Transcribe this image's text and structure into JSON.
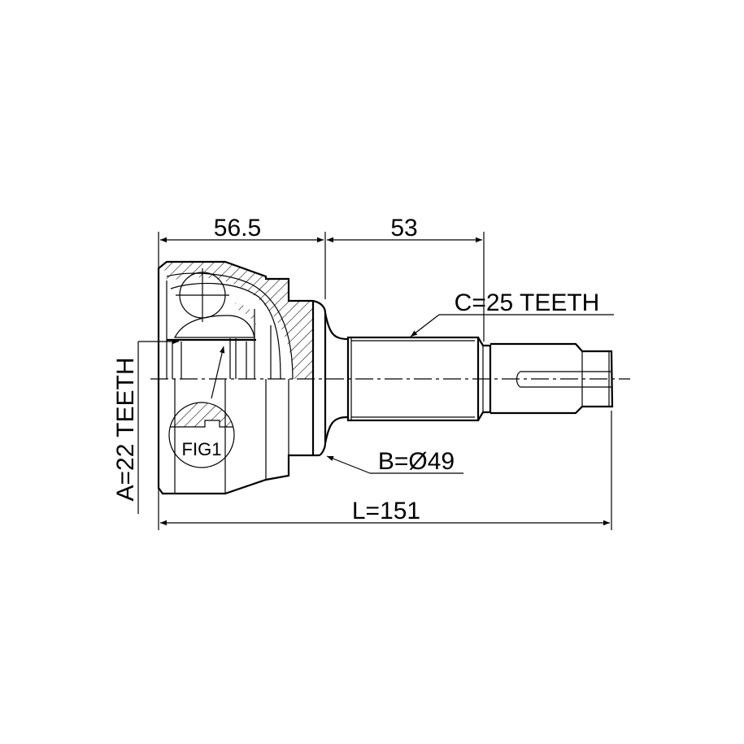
{
  "dimensions": {
    "housing_length": "56.5",
    "shaft_length": "53",
    "outer_teeth": "C=25 TEETH",
    "abs_ring": "B=Ø49",
    "inner_teeth": "A=22 TEETH",
    "total_length": "L=151"
  },
  "detail_label": "FIG1",
  "colors": {
    "line": "#000000",
    "background": "#ffffff"
  }
}
